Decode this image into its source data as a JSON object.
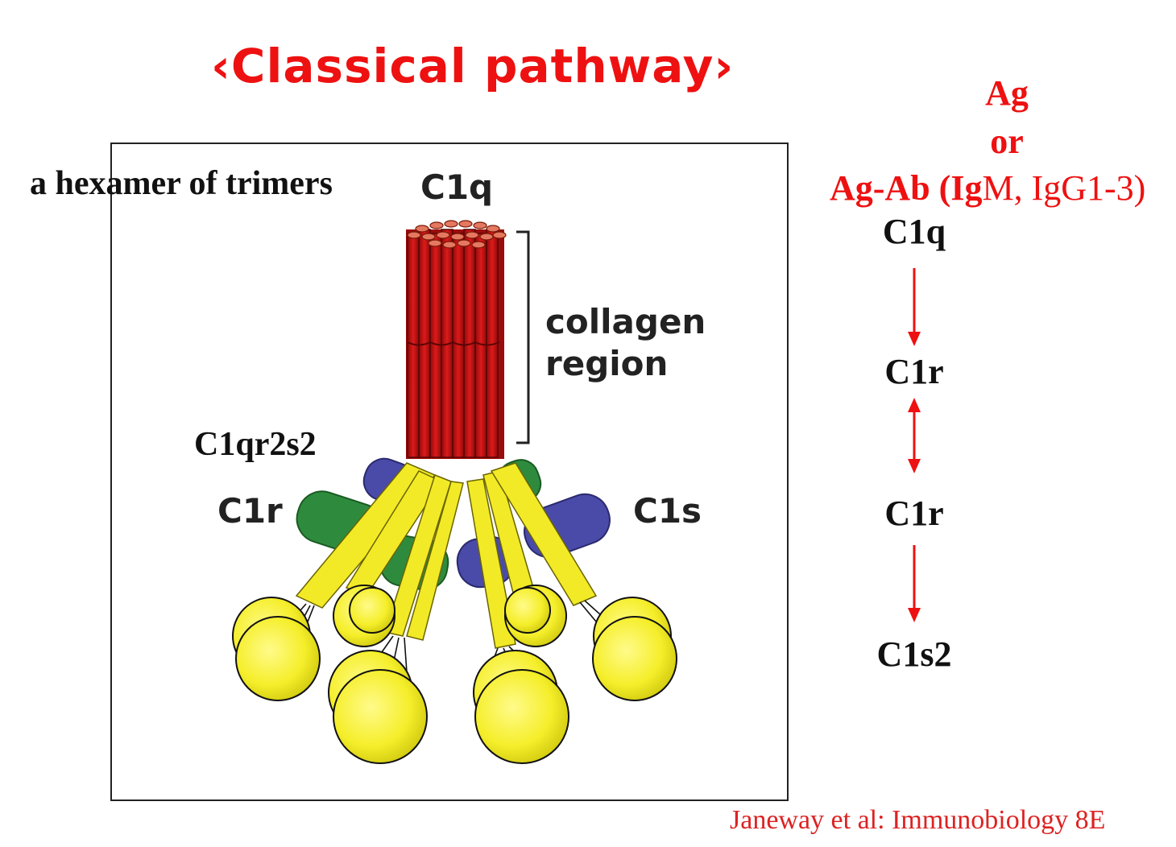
{
  "title": "‹Classical pathway›",
  "figure": {
    "hexamer_caption": "a hexamer of trimers",
    "c1q_label": "C1q",
    "collagen_label_line1": "collagen",
    "collagen_label_line2": "region",
    "complex_label": "C1qr2s2",
    "c1r_label": "C1r",
    "c1s_label": "C1s"
  },
  "trigger": {
    "line1": "Ag",
    "line2": "or",
    "line3_bold": "Ag-Ab (Ig",
    "line3_rest": "M, IgG1-3)"
  },
  "cascade": {
    "step1": "C1q",
    "step2": "C1r",
    "step3": "C1r",
    "step4": "C1s2"
  },
  "citation": "Janeway et al: Immunobiology 8E",
  "colors": {
    "title": "#ee1111",
    "collagen": "#cc1111",
    "c1r": "#2e8b3e",
    "c1s": "#4a4aa8",
    "heads": "#f5ee2a",
    "arrows": "#ee1111"
  }
}
